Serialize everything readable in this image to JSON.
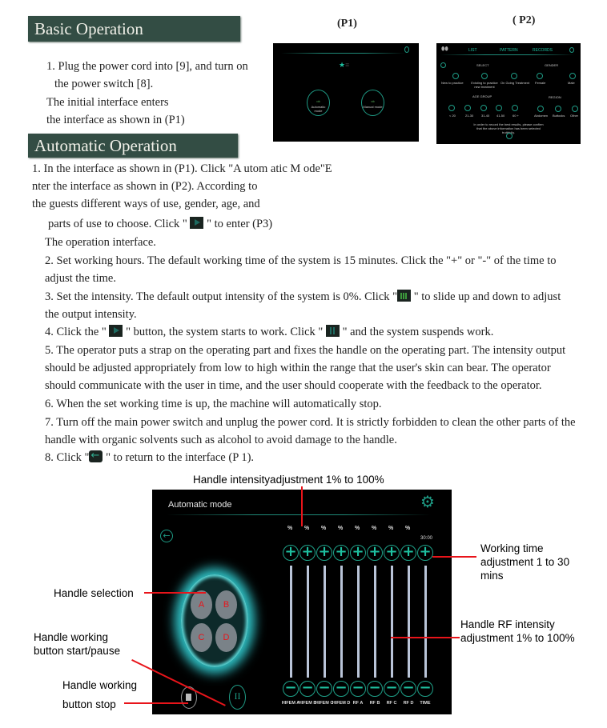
{
  "sections": {
    "basic": "Basic Operation",
    "automatic": "Automatic Operation"
  },
  "figure_labels": {
    "p1": "(P1)",
    "p2": "( P2)"
  },
  "basic_lines": [
    "1. Plug the power cord into [9], and turn on",
    "the power switch [8].",
    "The initial interface enters",
    "the interface as shown in (P1)"
  ],
  "auto_lines": {
    "l1": "1. In the interface as shown in (P1). Click \"A utom atic M ode\"E",
    "l2": "nter the interface as shown in (P2). According to",
    "l3": "the guests different ways of use, gender, age, and",
    "l4a": "parts of use to choose. Click \"",
    "l4b": "\" to enter (P3)",
    "l5": "The operation interface.",
    "l6": "2. Set working hours. The default working time of the system is 15 minutes. Click the \"+\" or \"-\" of the time to",
    "l7": "adjust the time.",
    "l8a": "3. Set the intensity. The default output intensity of the system is 0%. Click \"",
    "l8b": "\" to slide up and down to adjust",
    "l9": "the output intensity.",
    "l10a": "4. Click the \"",
    "l10b": "\" button, the system starts to work. Click \"",
    "l10c": "\" and the system suspends work.",
    "l11": "5. The operator puts a strap on the operating part and fixes the handle on the operating part. The intensity output",
    "l12": "should be adjusted appropriately from low to high within the range that the user's skin can bear. The operator",
    "l13": "should communicate with the user in time, and the user should cooperate with the feedback to the operator.",
    "l14": "6. When the set working time is up, the machine will automatically stop.",
    "l15": "7. Turn off the main power switch and unplug the power cord. It is strictly forbidden to clean the other parts of the",
    "l16": "handle with organic solvents such as alcohol to avoid damage to the handle.",
    "l17a": "8. Click \"",
    "l17b": "\" to return to the interface (P 1)."
  },
  "p1": {
    "automatic": "Automatic mode",
    "manual": "Manual mode"
  },
  "p2": {
    "tabs": [
      "LIST",
      "PATTERN",
      "RECORDS"
    ],
    "select": "SELECT",
    "select_opts": [
      "New to practice",
      "Existing to practice new treatment",
      "On Going Treatment"
    ],
    "gender": "GENDER",
    "gender_opts": [
      "Female",
      "Male"
    ],
    "age": "AGE GROUP",
    "age_opts": [
      "< 20",
      "21-30",
      "31-40",
      "41-50",
      "60 +"
    ],
    "region": "REGION",
    "region_opts": [
      "Abdomen",
      "Buttocks",
      "Other"
    ],
    "notice": "In order to record the best results, please confirm that the above information has been selected truthfully."
  },
  "p3": {
    "title": "Automatic mode",
    "handles": [
      "A",
      "B",
      "C",
      "D"
    ],
    "percent": "%",
    "time": "30:00",
    "channels": [
      "HIFEM A",
      "HIFEM B",
      "HIFEM C",
      "HIFEM D",
      "RF A",
      "RF B",
      "RF C",
      "RF D",
      "TIME"
    ]
  },
  "annotations": {
    "intensity": "Handle intensityadjustment  1% to 100%",
    "time": "Working time adjustment 1 to 30 mins",
    "handle_sel": "Handle selection",
    "rf": "Handle RF intensity adjustment 1% to 100%",
    "start": "Handle working button start/pause",
    "stop_a": "Handle working",
    "stop_b": "button stop"
  },
  "colors": {
    "header": "#334d44",
    "accent": "#1e9a84",
    "annotation": "#e8141a"
  }
}
